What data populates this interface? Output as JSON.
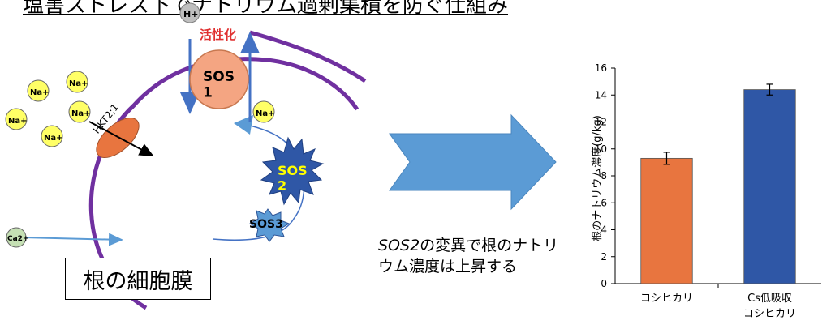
{
  "title": "塩害ストレス下でナトリウム過剰集積を防ぐ仕組み",
  "diagram": {
    "h_ion": "H+",
    "activation_label": "活性化",
    "sos1_label": "SOS 1",
    "sos2_label": "SOS 2",
    "sos3_label": "SOS3",
    "hkt_label": "HKT2;1",
    "na_ion": "Na+",
    "ca_ion": "Ca2+",
    "membrane_label": "根の細胞膜"
  },
  "caption": {
    "line1": "SOS2の変異で根のナトリ",
    "line2": "ウム濃度は上昇する"
  },
  "chart_data": {
    "type": "bar",
    "categories": [
      "コシヒカリ",
      "Cs低吸収\nコシヒカリ"
    ],
    "values": [
      9.3,
      14.4
    ],
    "errors": [
      0.45,
      0.4
    ],
    "colors": [
      "#E8753F",
      "#2F57A6"
    ],
    "ylabel": "根のナトリウム濃度(g/kg)",
    "ylim": [
      0,
      16
    ],
    "yticks": [
      0,
      2,
      4,
      6,
      8,
      10,
      12,
      14,
      16
    ]
  }
}
